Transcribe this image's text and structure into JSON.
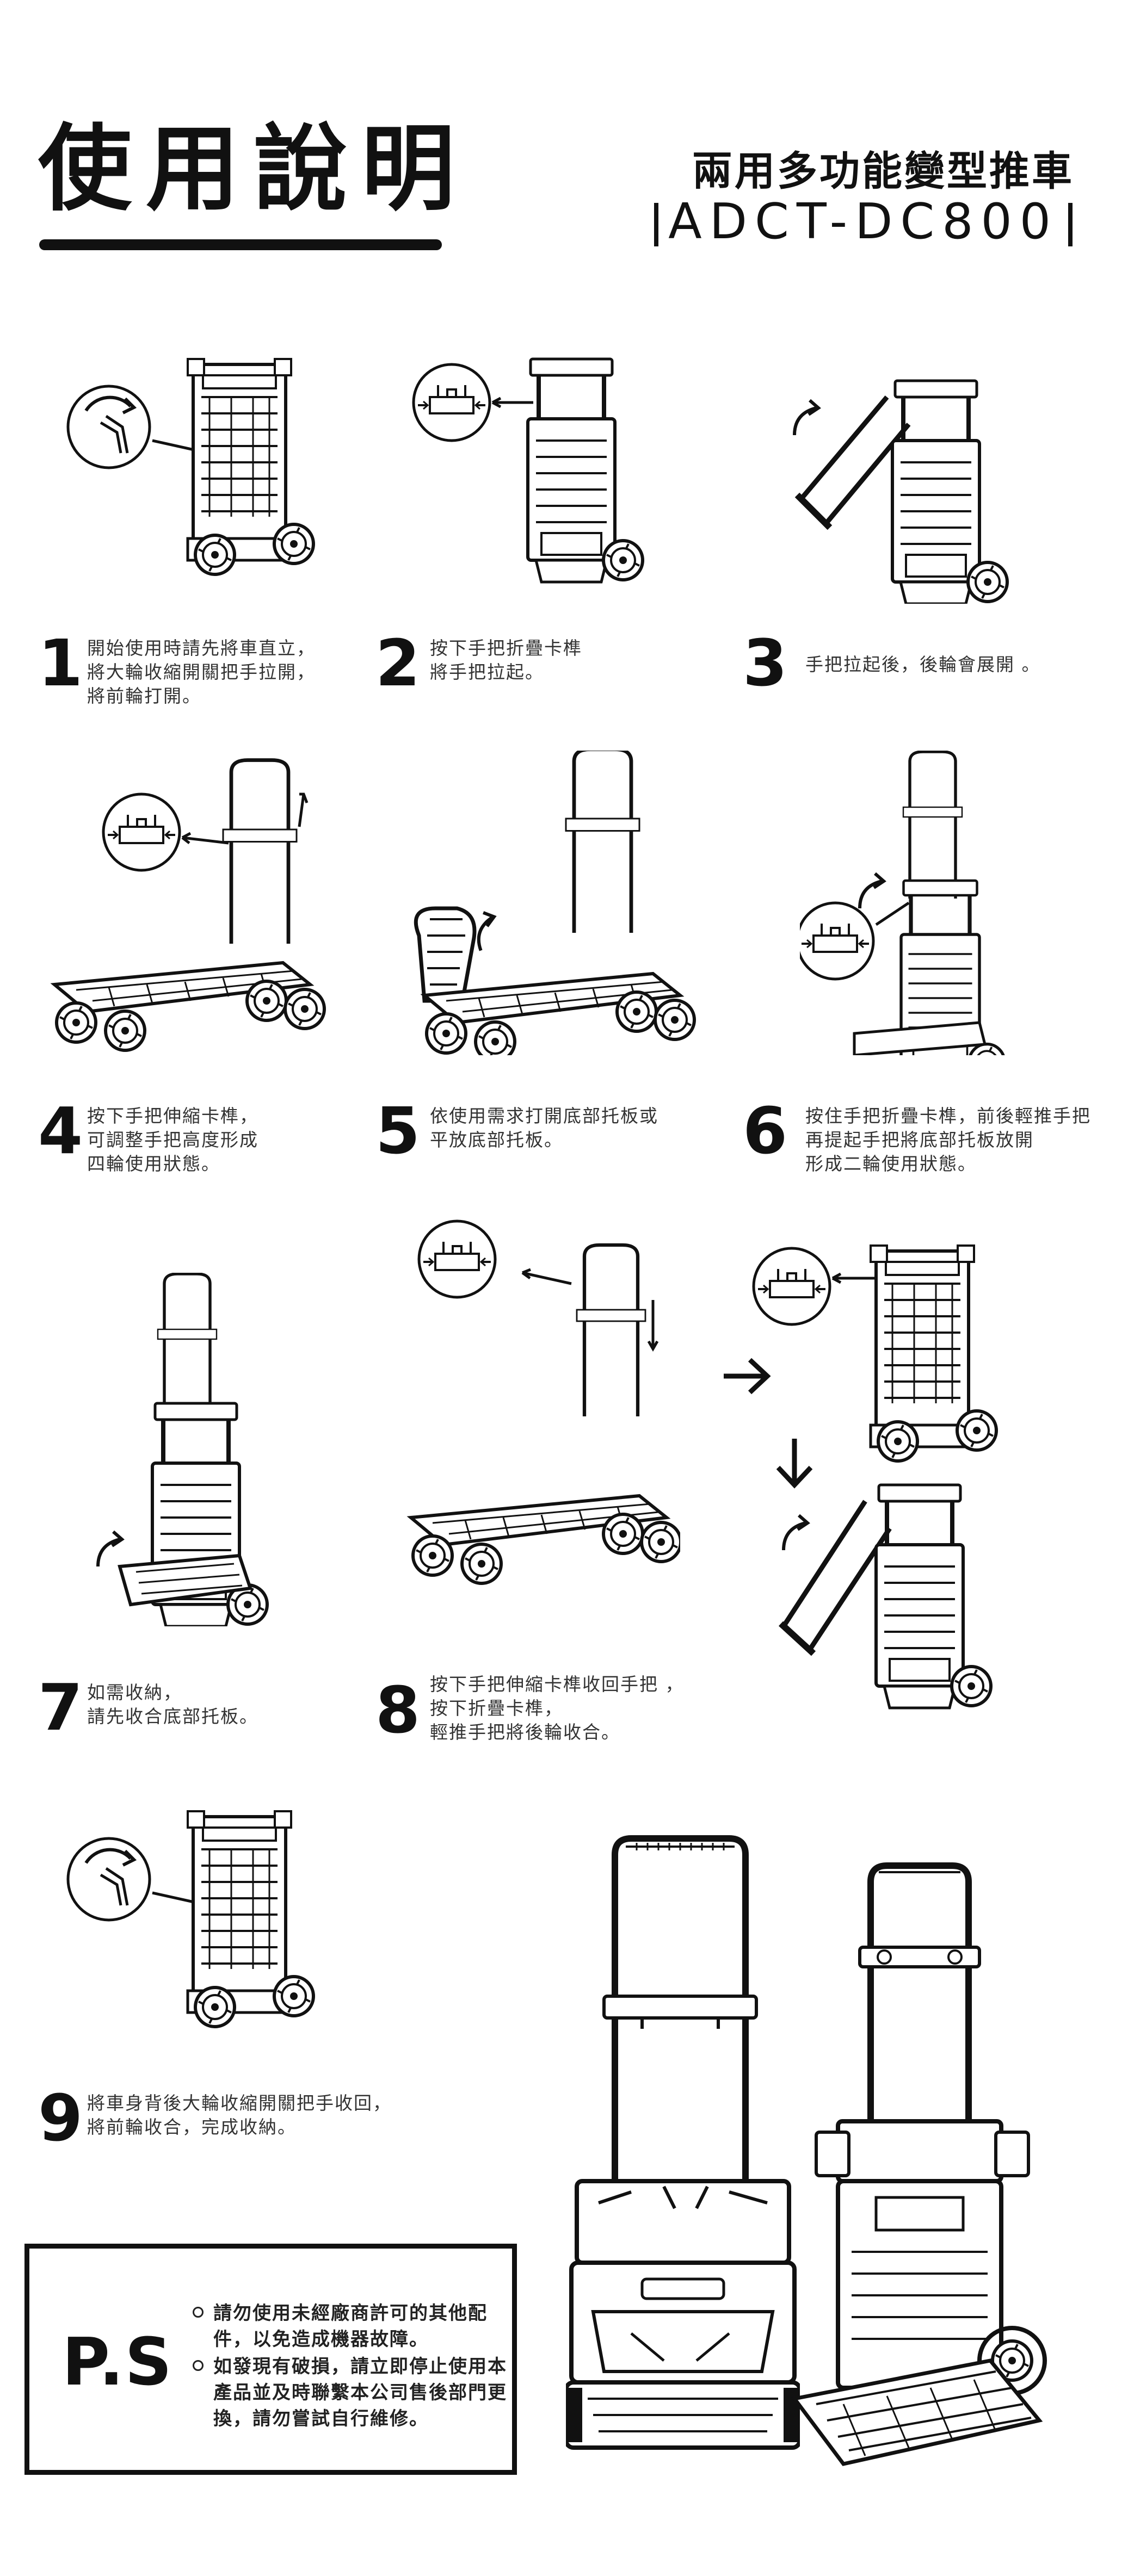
{
  "header": {
    "title": "使用說明",
    "product_name": "兩用多功能變型推車",
    "product_code": "ADCT-DC800"
  },
  "steps": [
    {
      "num": "1",
      "lines": [
        "開始使用時請先將車直立，",
        "將大輪收縮開關把手拉開，",
        "將前輪打開。"
      ]
    },
    {
      "num": "2",
      "lines": [
        "按下手把折疊卡榫",
        "將手把拉起。"
      ]
    },
    {
      "num": "3",
      "lines": [
        "手把拉起後，後輪會展開 。"
      ]
    },
    {
      "num": "4",
      "lines": [
        "按下手把伸縮卡榫，",
        "可調整手把高度形成",
        "四輪使用狀態。"
      ]
    },
    {
      "num": "5",
      "lines": [
        "依使用需求打開底部托板或",
        "平放底部托板。"
      ]
    },
    {
      "num": "6",
      "lines": [
        "按住手把折疊卡榫，前後輕推手把",
        "再提起手把將底部托板放開",
        "形成二輪使用狀態。"
      ]
    },
    {
      "num": "7",
      "lines": [
        "如需收納，",
        "請先收合底部托板。"
      ]
    },
    {
      "num": "8",
      "lines": [
        "按下手把伸縮卡榫收回手把 ，",
        "按下折疊卡榫，",
        "輕推手把將後輪收合。"
      ]
    },
    {
      "num": "9",
      "lines": [
        "將車身背後大輪收縮開關把手收回，",
        "將前輪收合，完成收納。"
      ]
    }
  ],
  "ps": {
    "label": "P.S",
    "notes": [
      "請勿使用未經廠商許可的其他配件，以免造成機器故障。",
      "如發現有破損，請立即停止使用本產品並及時聯繫本公司售後部門更換，請勿嘗試自行維修。"
    ]
  },
  "icons": [
    "lever-icon",
    "latch-icon",
    "rotate-arrow-icon",
    "arrow-right-icon",
    "arrow-down-icon"
  ]
}
